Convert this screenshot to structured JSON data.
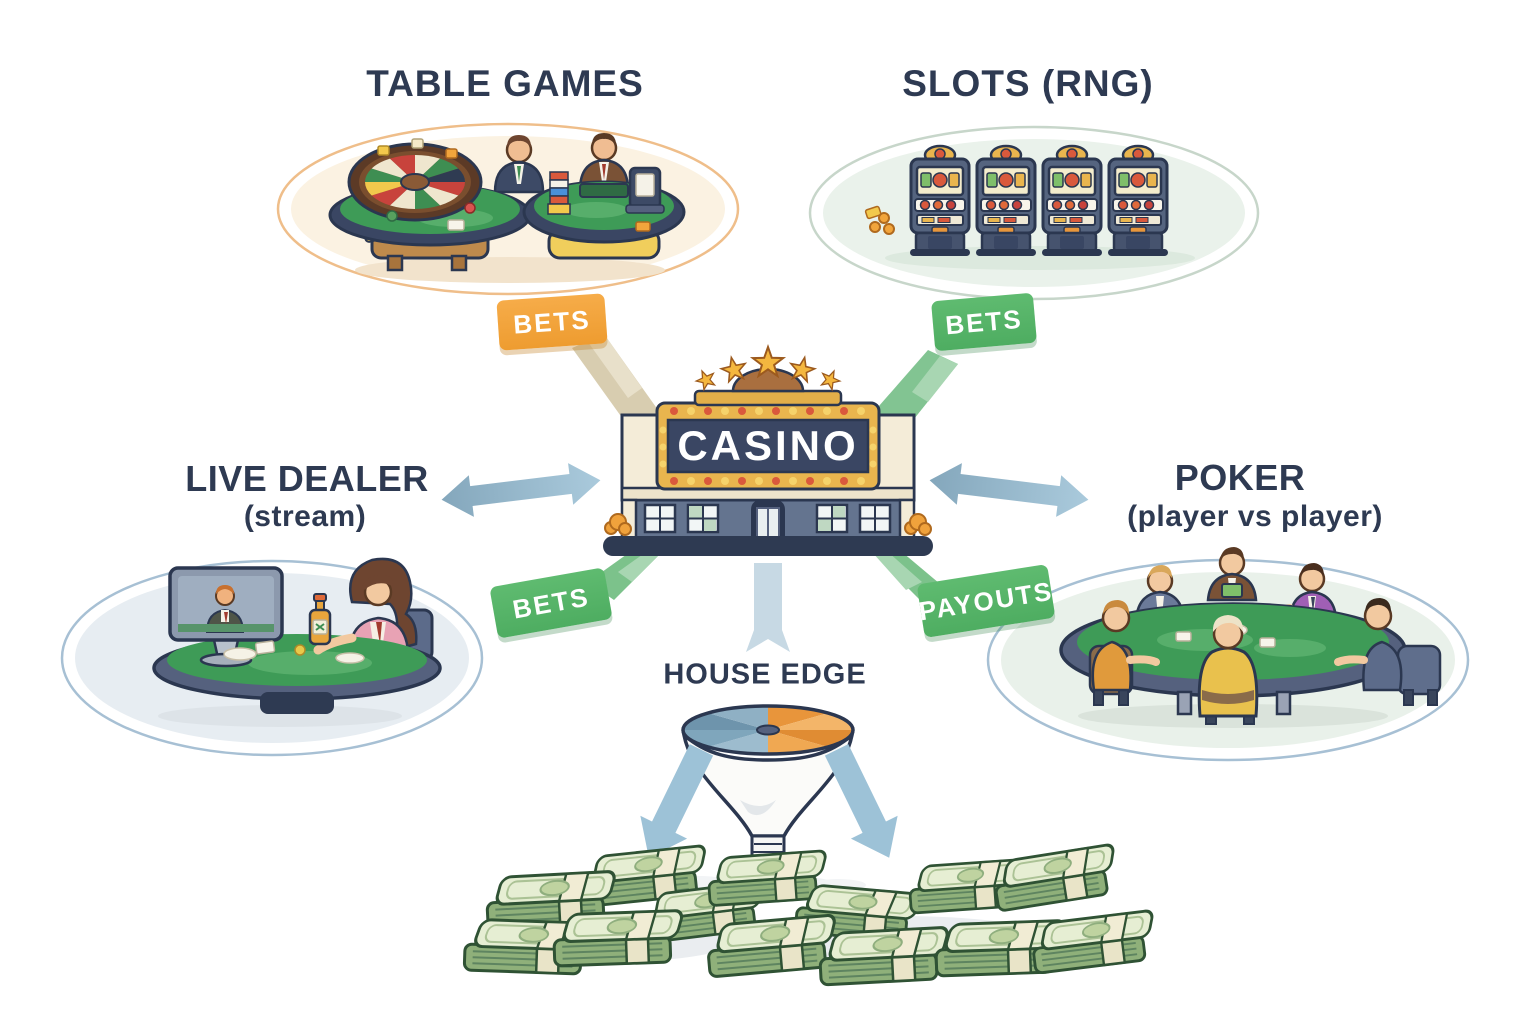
{
  "diagram": {
    "center": {
      "sign": "CASINO"
    },
    "nodes": {
      "table_games": {
        "label": "TABLE GAMES"
      },
      "slots": {
        "label": "SLOTS (RNG)"
      },
      "live_dealer": {
        "label": "LIVE DEALER",
        "sublabel": "(stream)"
      },
      "poker": {
        "label": "POKER",
        "sublabel": "(player vs player)"
      }
    },
    "flows": {
      "table_games_bets": {
        "label": "BETS"
      },
      "slots_bets": {
        "label": "BETS"
      },
      "live_dealer_bets": {
        "label": "BETS"
      },
      "poker_payouts": {
        "label": "PAYOUTS"
      }
    },
    "outcome": {
      "label": "HOUSE EDGE"
    }
  },
  "icons": {
    "table_games": "roulette-and-blackjack-tables-icon",
    "slots": "slot-machine-row-icon",
    "live_dealer": "dealer-table-with-stream-monitor-icon",
    "poker": "poker-table-with-players-icon",
    "center": "casino-building-marquee-icon",
    "outcome": "funnel-icon",
    "result": "money-stacks-icon",
    "exchange": "double-headed-arrow-icon"
  },
  "palette": {
    "heading_text": "#2E3A52",
    "badge_orange": "#F2A53C",
    "badge_green": "#57B269",
    "arrow_blue": "#9BBDD3",
    "oval_table_games_border": "#EFBE8A",
    "oval_slots_fill": "#EAF2EB",
    "oval_live_dealer_fill": "#E7EDF2",
    "oval_poker_fill": "#E9F1EA",
    "felt_green": "#3E9B57",
    "money_green": "#8FB07A",
    "casino_cream": "#F4ECD8",
    "casino_navy": "#3A4663",
    "outline_navy": "#2B3750"
  }
}
